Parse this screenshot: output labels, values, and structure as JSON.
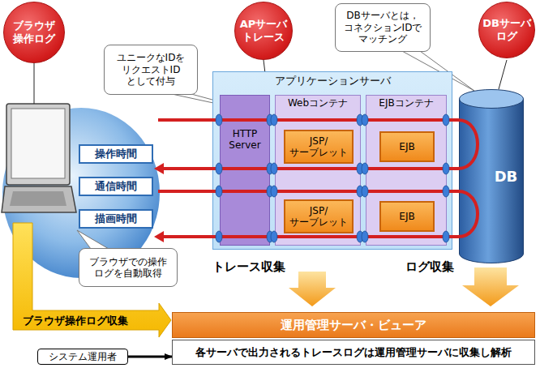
{
  "diagram": {
    "nodes": [
      {
        "text": [
          "ブラウザ 操作ログ"
        ]
      },
      {
        "text": [
          "APサーバ トレース"
        ]
      },
      {
        "text": [
          "DBサーバ ログ"
        ]
      },
      {
        "text": [
          "ユニークなIDを リクエストID として付与"
        ]
      },
      {
        "text": [
          "DBサーバとは， コネクションIDで マッチング"
        ]
      },
      {
        "text": [
          "アプリケーションサーバ"
        ]
      },
      {
        "text": [
          "HTTP Server"
        ],
        "in": 5
      },
      {
        "text": [
          "Webコンテナ"
        ],
        "in": 5
      },
      {
        "text": [
          "EJBコンテナ"
        ],
        "in": 5
      },
      {
        "text": [
          "JSP/ サーブレット"
        ],
        "in": 7
      },
      {
        "text": [
          "EJB"
        ],
        "in": 8
      },
      {
        "text": [
          "JSP/ サーブレット"
        ],
        "in": 7
      },
      {
        "text": [
          "EJB"
        ],
        "in": 8
      },
      {
        "text": [
          "DB"
        ]
      },
      {
        "text": [
          "操作時間"
        ]
      },
      {
        "text": [
          "通信時間"
        ]
      },
      {
        "text": [
          "描画時間"
        ]
      },
      {
        "text": [
          "ブラウザでの操作 ログを自動取得"
        ]
      },
      {
        "text": [
          "運用管理サーバ・ビューア"
        ]
      },
      {
        "text": [
          "各サーバで出力されるトレースログは運用管理サーバに収集し解析"
        ]
      },
      {
        "text": [
          "システム運用者"
        ]
      }
    ],
    "edges": [
      {
        "from": 20,
        "to": 19,
        "arrow": "to"
      }
    ],
    "labels": [
      "トレース収集",
      "ログ収集",
      "ブラウザ操作ログ収集"
    ]
  }
}
